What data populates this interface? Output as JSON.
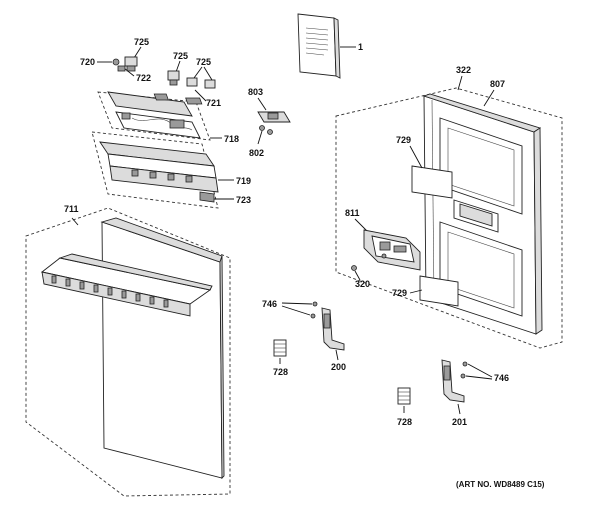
{
  "diagram": {
    "art_number": "(ART NO. WD8489 C15)",
    "labels": {
      "l1": "1",
      "l725a": "725",
      "l720": "720",
      "l722": "722",
      "l725b": "725",
      "l725c": "725",
      "l721": "721",
      "l718": "718",
      "l719": "719",
      "l723": "723",
      "l803": "803",
      "l802": "802",
      "l322": "322",
      "l807": "807",
      "l729a": "729",
      "l811": "811",
      "l320": "320",
      "l729b": "729",
      "l711": "711",
      "l746a": "746",
      "l728a": "728",
      "l200": "200",
      "l746b": "746",
      "l728b": "728",
      "l201": "201"
    }
  }
}
